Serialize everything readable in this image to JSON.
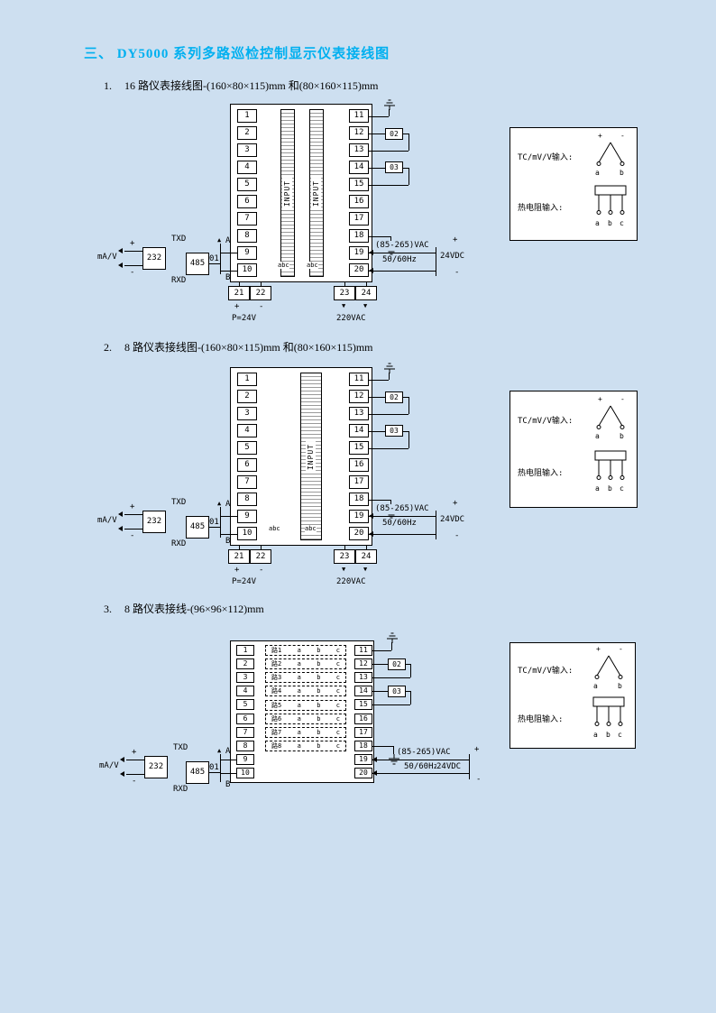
{
  "page": {
    "title": "三、 DY5000 系列多路巡检控制显示仪表接线图"
  },
  "sections": [
    {
      "number": "1.",
      "heading": "16 路仪表接线图-(160×80×115)mm  和(80×160×115)mm"
    },
    {
      "number": "2.",
      "heading": "8 路仪表接线图-(160×80×115)mm  和(80×160×115)mm"
    },
    {
      "number": "3.",
      "heading": "8 路仪表接线-(96×96×112)mm"
    }
  ],
  "terminals": {
    "left": [
      "1",
      "2",
      "3",
      "4",
      "5",
      "6",
      "7",
      "8",
      "9",
      "10"
    ],
    "right": [
      "11",
      "12",
      "13",
      "14",
      "15",
      "16",
      "17",
      "18",
      "19",
      "20"
    ],
    "bottom_left": [
      "21",
      "22"
    ],
    "bottom_right": [
      "23",
      "24"
    ]
  },
  "labels": {
    "input": "INPUT",
    "abc": "abc",
    "a": "a",
    "b": "b",
    "c": "c",
    "txd": "TXD",
    "rxd": "RXD",
    "ma_v": "mA/V",
    "rs232": "232",
    "rs485": "485",
    "addr": "01",
    "line_a": "A",
    "line_b": "B",
    "p24v": "P=24V",
    "vac220": "220VAC",
    "vac_range": "(85-265)VAC",
    "freq": "50/60Hz",
    "vdc24": "24VDC",
    "out2": "02",
    "out3": "03",
    "plus": "+",
    "minus": "-"
  },
  "side_panel": {
    "tc_label": "TC/mV/V输入:",
    "rtd_label": "热电阻输入:",
    "tc_terms": [
      "a",
      "b"
    ],
    "rtd_terms": [
      "a",
      "b",
      "c"
    ]
  },
  "channels": [
    "路1",
    "路2",
    "路3",
    "路4",
    "路5",
    "路6",
    "路7",
    "路8"
  ],
  "icons": {
    "arrow_up": "▲",
    "arrow_down": "▼"
  }
}
